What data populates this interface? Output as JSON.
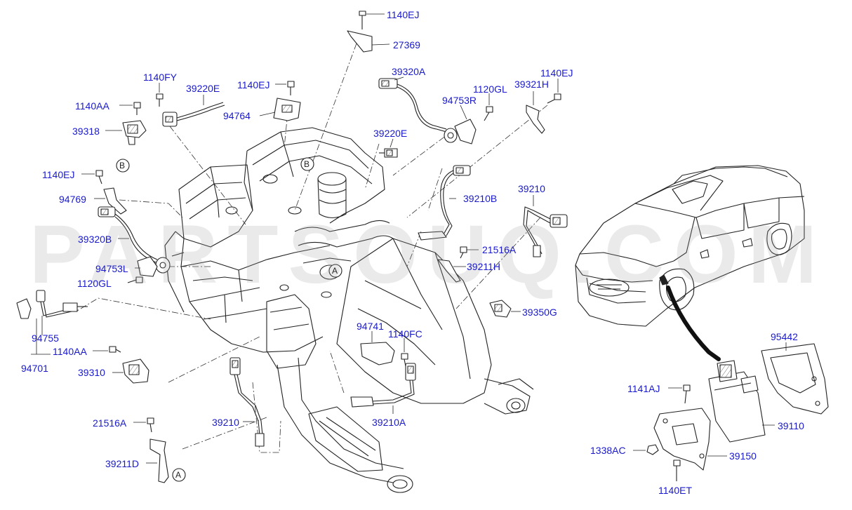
{
  "watermark": "PARTSOUQ.COM",
  "colors": {
    "label": "#1a1acc",
    "line": "#222222",
    "watermark": "#a0a0a0"
  },
  "callouts": {
    "a": "A",
    "b": "B"
  },
  "labels": {
    "p1140EJ_top": "1140EJ",
    "p27369": "27369",
    "p1140FY": "1140FY",
    "p39220E_top": "39220E",
    "p1140EJ_mid": "1140EJ",
    "p1140AA_top": "1140AA",
    "p94764": "94764",
    "p39320A": "39320A",
    "p1120GL_right": "1120GL",
    "p94753R": "94753R",
    "p1140EJ_right": "1140EJ",
    "p39321H": "39321H",
    "p39318": "39318",
    "p39220E_mid": "39220E",
    "p1140EJ_left": "1140EJ",
    "p39210B": "39210B",
    "p39210_right": "39210",
    "p94769": "94769",
    "p39320B": "39320B",
    "p21516A_right": "21516A",
    "p39211H": "39211H",
    "p94753L": "94753L",
    "p1120GL_left": "1120GL",
    "p39350G": "39350G",
    "p94741": "94741",
    "p1140FC": "1140FC",
    "p95442": "95442",
    "p94755": "94755",
    "p1140AA_left": "1140AA",
    "p94701": "94701",
    "p39310": "39310",
    "p1141AJ": "1141AJ",
    "p39210_mid": "39210",
    "p39210A": "39210A",
    "p39110": "39110",
    "p21516A_left": "21516A",
    "p1338AC": "1338AC",
    "p39150": "39150",
    "p39211D": "39211D",
    "p1140ET": "1140ET"
  }
}
